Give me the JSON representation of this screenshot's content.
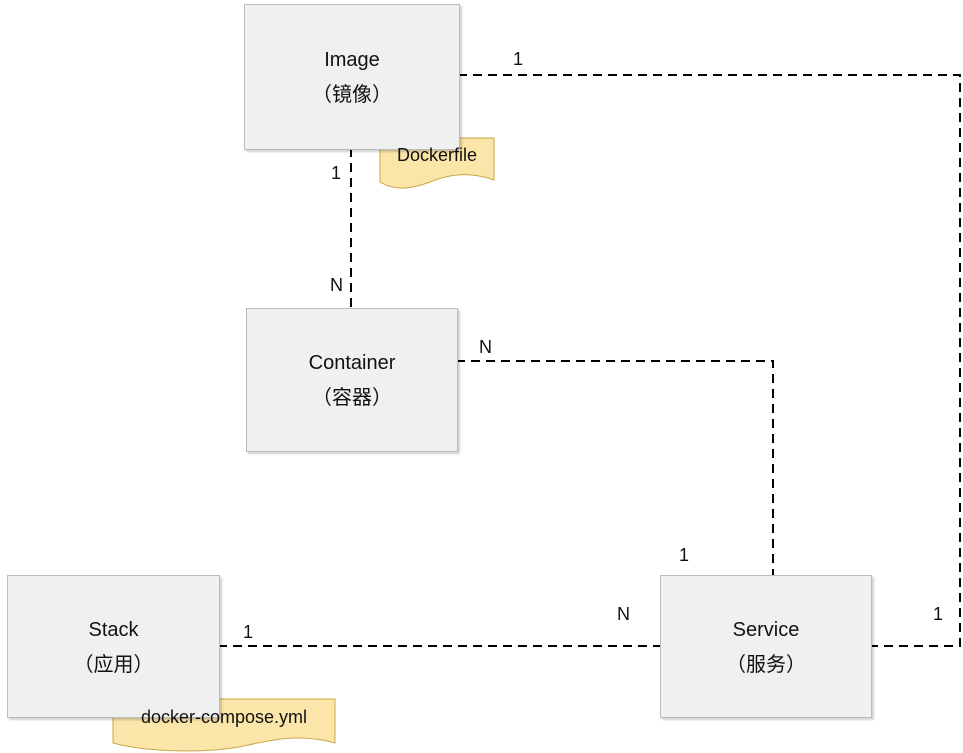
{
  "entities": {
    "image": {
      "title": "Image",
      "subtitle": "（镜像）"
    },
    "container": {
      "title": "Container",
      "subtitle": "（容器）"
    },
    "stack": {
      "title": "Stack",
      "subtitle": "（应用）"
    },
    "service": {
      "title": "Service",
      "subtitle": "（服务）"
    }
  },
  "documents": {
    "dockerfile": "Dockerfile",
    "compose": "docker-compose.yml"
  },
  "relations": {
    "image_container": {
      "image_end": "1",
      "container_end": "N"
    },
    "image_service": {
      "image_end": "1",
      "service_end": "1"
    },
    "container_service": {
      "container_end": "N",
      "service_end": "1"
    },
    "stack_service": {
      "stack_end": "1",
      "service_end": "N"
    }
  },
  "colors": {
    "box_fill": "#f0f0f0",
    "box_border": "#bcbcbc",
    "document_fill": "#fbe5a8",
    "document_border": "#c9a94a",
    "line": "#000000"
  }
}
